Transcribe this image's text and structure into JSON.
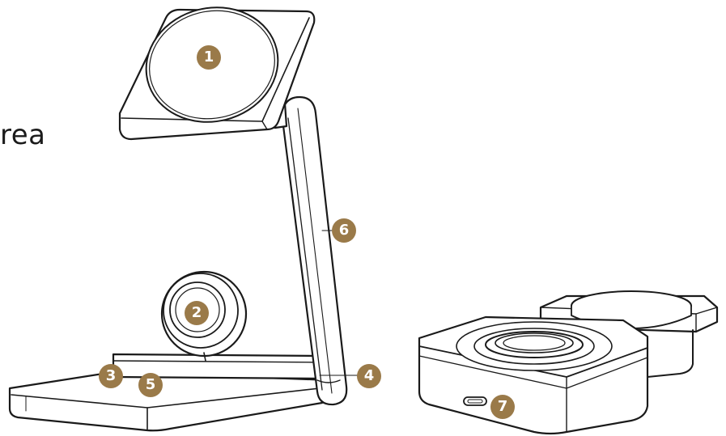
{
  "heading": "rea",
  "colors": {
    "badge": "#9a7a49",
    "line": "#1a1a1a",
    "fill": "#ffffff"
  },
  "callouts": [
    {
      "id": "1",
      "label": "1"
    },
    {
      "id": "2",
      "label": "2"
    },
    {
      "id": "3",
      "label": "3"
    },
    {
      "id": "4",
      "label": "4"
    },
    {
      "id": "5",
      "label": "5"
    },
    {
      "id": "6",
      "label": "6"
    },
    {
      "id": "7",
      "label": "7"
    }
  ]
}
